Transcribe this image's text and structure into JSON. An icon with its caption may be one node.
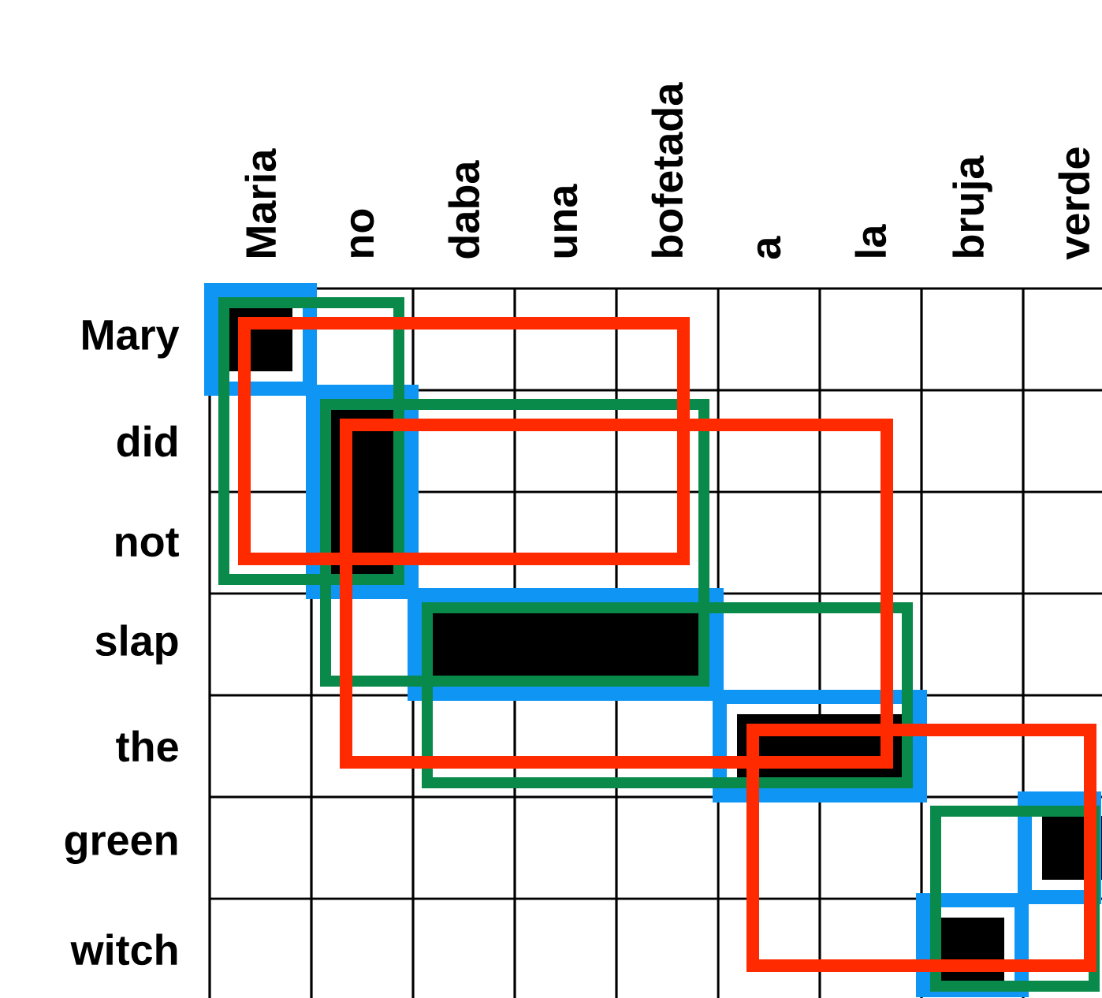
{
  "diagram": {
    "labels": [
      "Maria",
      "no",
      "daba",
      "una",
      "bofetada",
      "a",
      "la",
      "bruja",
      "verde",
      "Mary",
      "did",
      "not",
      "slap",
      "the",
      "green",
      "witch"
    ]
  }
}
